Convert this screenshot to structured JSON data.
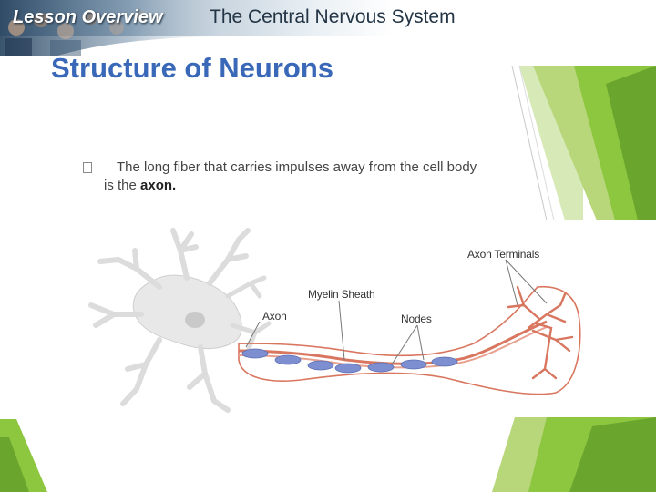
{
  "header": {
    "lesson_label": "Lesson Overview",
    "topic": "The Central Nervous System"
  },
  "slide": {
    "title": "Structure of Neurons",
    "bullet": {
      "text_before": "The long fiber that carries impulses away from the cell body is the ",
      "emphasis": "axon."
    }
  },
  "diagram": {
    "labels": {
      "axon": "Axon",
      "myelin_sheath": "Myelin Sheath",
      "nodes": "Nodes",
      "axon_terminals": "Axon Terminals"
    }
  },
  "colors": {
    "title_blue": "#3a68b8",
    "accent_green": "#8dc63f",
    "axon_red": "#d9765f",
    "myelin_blue": "#7d8fd0"
  }
}
